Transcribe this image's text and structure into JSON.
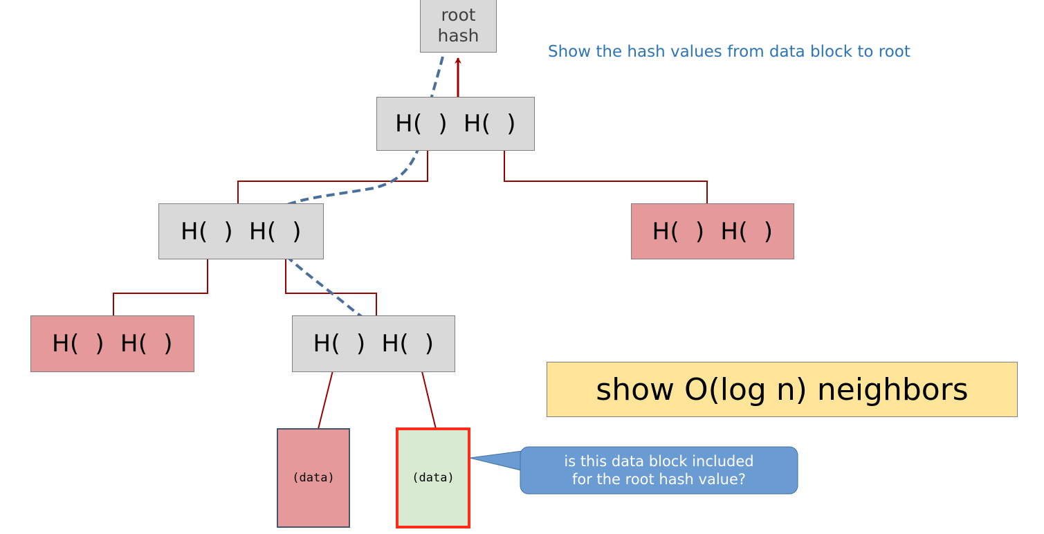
{
  "root": {
    "line1": "root",
    "line2": "hash"
  },
  "caption": "Show the hash values from data block to root",
  "nodes": {
    "level1": {
      "left": "H(  )",
      "right": "H(  )"
    },
    "level2_left": {
      "left": "H(  )",
      "right": "H(  )"
    },
    "level2_right": {
      "left": "H(  )",
      "right": "H(  )"
    },
    "level3_left": {
      "left": "H(  )",
      "right": "H(  )"
    },
    "level3_right": {
      "left": "H(  )",
      "right": "H(  )"
    }
  },
  "blocks": {
    "left": "(data)",
    "right": "(data)"
  },
  "note": "show O(log n) neighbors",
  "callout": {
    "line1": "is this data block included",
    "line2": "for the root hash value?"
  },
  "colors": {
    "node_gray": "#d9d9d9",
    "node_red": "#e6999a",
    "data_green": "#d9ead3",
    "edge": "#990000",
    "path": "#4a6f9b",
    "callout": "#6a9bd2",
    "note": "#ffe599",
    "highlight_border": "#ff2a1a"
  }
}
